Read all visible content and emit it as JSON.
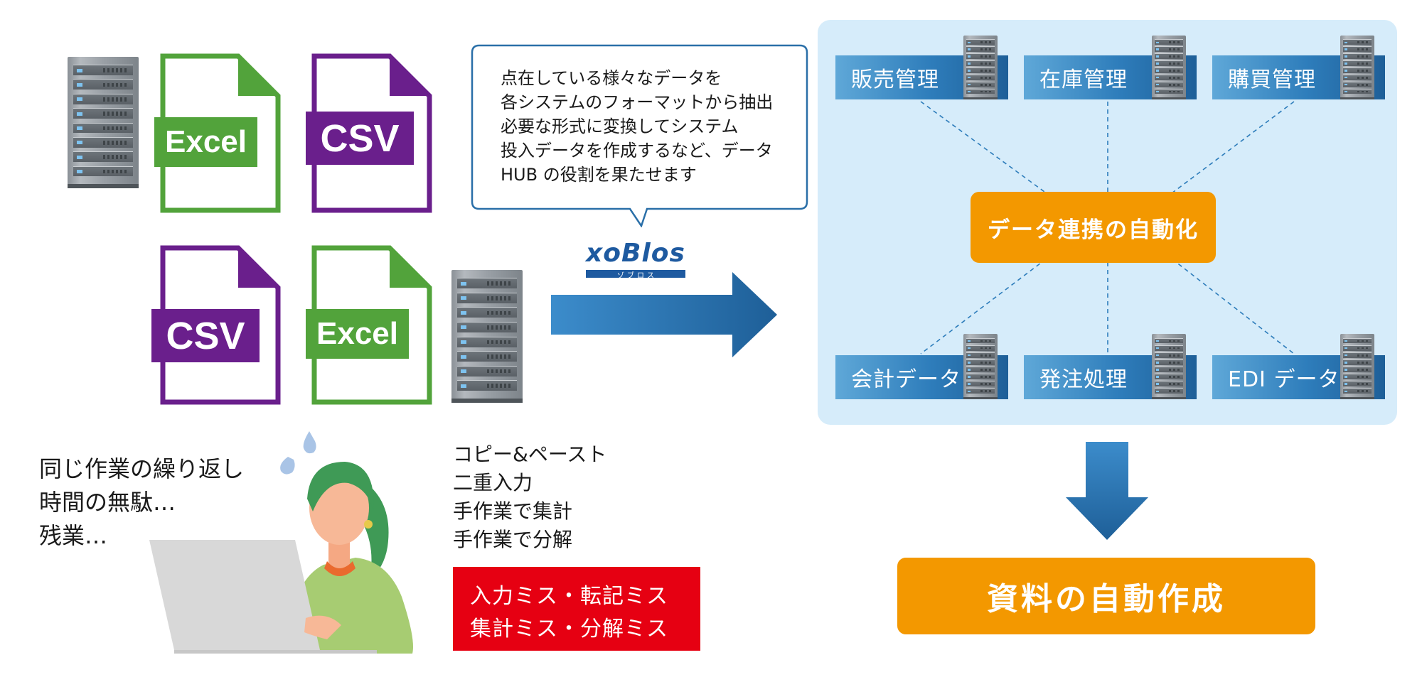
{
  "files": {
    "excel_label": "Excel",
    "csv_label": "CSV"
  },
  "callout": {
    "lines": [
      "点在している様々なデータを",
      "各システムのフォーマットから抽出",
      "必要な形式に変換してシステム",
      "投入データを作成するなど、データ",
      "HUB の役割を果たせます"
    ]
  },
  "logo": {
    "name": "xoBlos",
    "ruby": "ゾブロス"
  },
  "worker": {
    "complaints": [
      "同じ作業の繰り返し",
      "時間の無駄…",
      "残業…"
    ],
    "tasks": [
      "コピー&ペースト",
      "二重入力",
      "手作業で集計",
      "手作業で分解"
    ],
    "errors": [
      "入力ミス・転記ミス",
      "集計ミス・分解ミス"
    ]
  },
  "hub": {
    "top_modules": [
      "販売管理",
      "在庫管理",
      "購買管理"
    ],
    "center": "データ連携の自動化",
    "bottom_modules": [
      "会計データ",
      "発注処理",
      "EDI データ"
    ]
  },
  "output": {
    "label": "資料の自動作成"
  },
  "colors": {
    "excel_green": "#52a33b",
    "csv_purple": "#6a1f8c",
    "orange": "#f39800",
    "error_red": "#e60012",
    "panel_bg": "#d6ecfa",
    "arrow_blue": "#1e5f98"
  }
}
